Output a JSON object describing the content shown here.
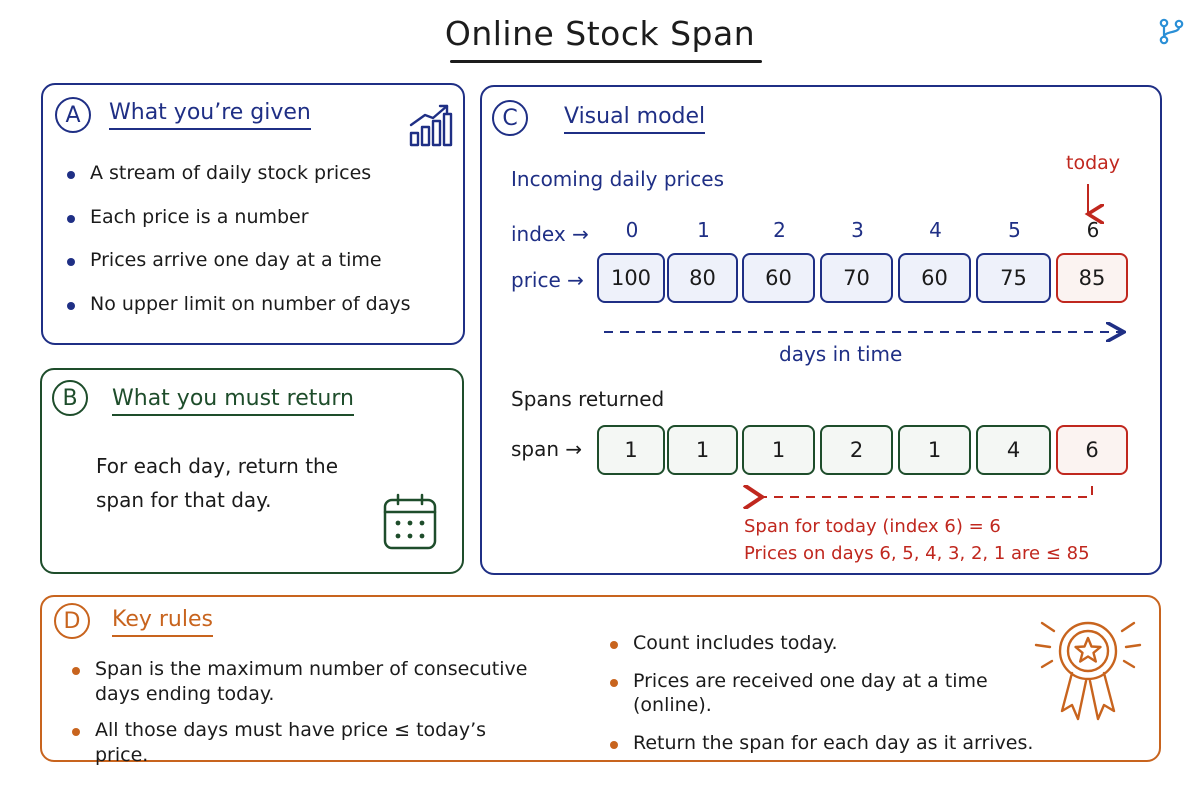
{
  "title": "Online Stock Span",
  "panel_a": {
    "badge": "A",
    "title": "What you’re given",
    "bullets": [
      "A stream of daily stock prices",
      "Each price is a number",
      "Prices arrive one day at a time",
      "No upper limit on number of days"
    ]
  },
  "panel_b": {
    "badge": "B",
    "title": "What you must return",
    "text_line1": "For each day, return the",
    "text_line2": "span for that day."
  },
  "panel_c": {
    "badge": "C",
    "title": "Visual model",
    "incoming_label": "Incoming daily prices",
    "today_label": "today",
    "index_label": "index →",
    "price_label": "price →",
    "indices": [
      "0",
      "1",
      "2",
      "3",
      "4",
      "5",
      "6"
    ],
    "prices": [
      "100",
      "80",
      "60",
      "70",
      "60",
      "75",
      "85"
    ],
    "days_label": "days in time",
    "spans_label": "Spans returned",
    "span_label": "span →",
    "spans": [
      "1",
      "1",
      "1",
      "2",
      "1",
      "4",
      "6"
    ],
    "note_line1": "Span for today (index 6) = 6",
    "note_line2": "Prices on days 6, 5, 4, 3, 2, 1 are ≤ 85"
  },
  "panel_d": {
    "badge": "D",
    "title": "Key rules",
    "left_bullets": [
      "Span is the maximum number of consecutive days ending today.",
      "All those days must have price ≤ today’s price."
    ],
    "right_bullets": [
      "Count includes today.",
      "Prices are received one day at a time (online).",
      "Return the span for each day as it arrives."
    ]
  },
  "colors": {
    "navy": "#1f2f85",
    "green": "#1e4d2b",
    "orange": "#c8641e",
    "red": "#c0271e"
  },
  "icons": [
    "growth-chart-icon",
    "calendar-icon",
    "award-ribbon-icon",
    "git-branch-icon"
  ]
}
